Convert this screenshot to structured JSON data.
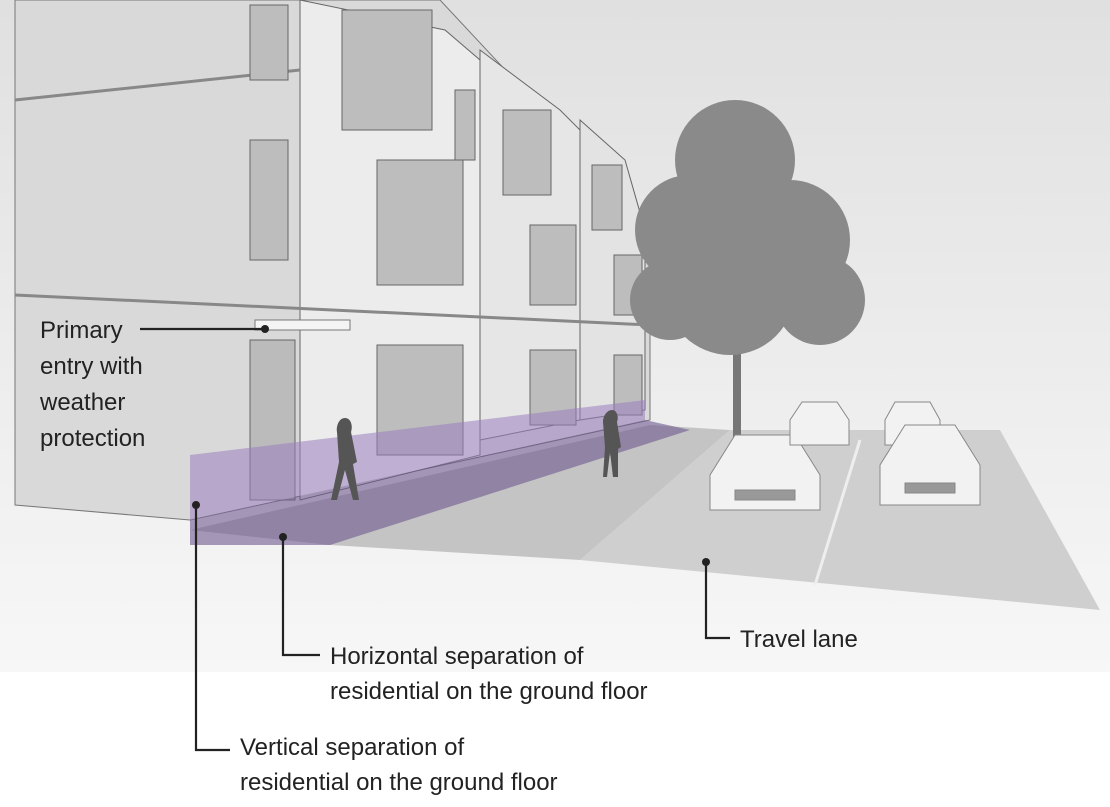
{
  "labels": {
    "primary_entry": [
      "Primary",
      "entry with",
      "weather",
      "protection"
    ],
    "horizontal_separation": [
      "Horizontal separation of",
      "residential on the ground floor"
    ],
    "travel_lane": "Travel lane",
    "vertical_separation": [
      "Vertical separation of",
      "residential on the ground floor"
    ]
  },
  "colors": {
    "separation_zone": "#9b7fc0",
    "building": "#d6d6d6",
    "sky": "#ececec"
  }
}
